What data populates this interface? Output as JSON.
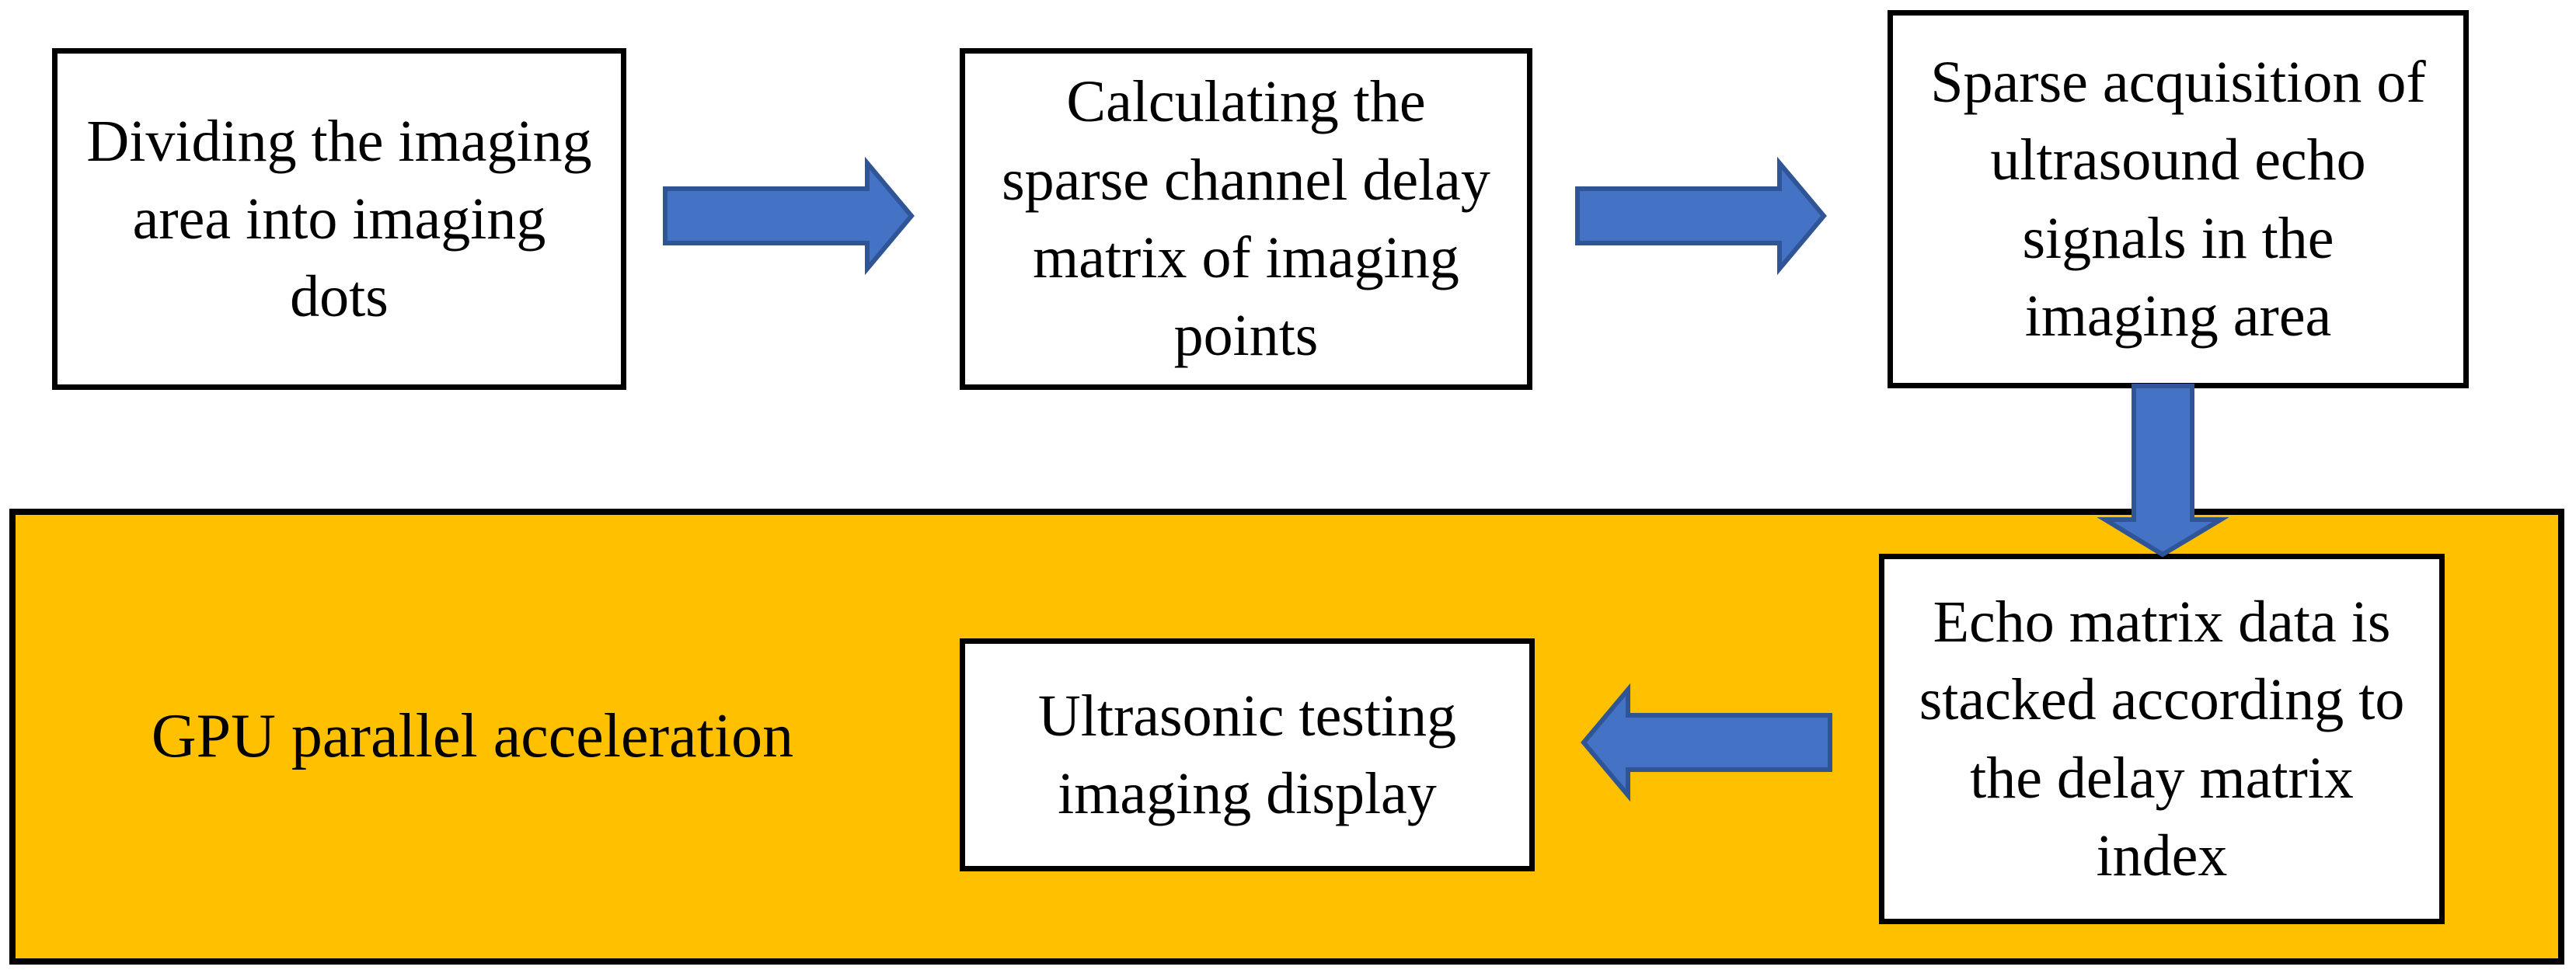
{
  "colors": {
    "arrow_fill": "#4472C4",
    "arrow_outline": "#2F5597",
    "panel_fill": "#FFC000",
    "panel_outline": "#000000",
    "box_fill": "#FFFFFF",
    "box_outline": "#000000",
    "text_color": "#000000",
    "background": "#FFFFFF"
  },
  "boxes": {
    "divide": {
      "text": "Dividing the imaging\narea into imaging\ndots"
    },
    "calculate": {
      "text": "Calculating the\nsparse channel delay\nmatrix of imaging\npoints"
    },
    "acquire": {
      "text": "Sparse acquisition of\nultrasound echo\nsignals in the\nimaging area"
    },
    "stack": {
      "text": "Echo matrix data is\nstacked according to\nthe delay matrix\nindex"
    },
    "display": {
      "text": "Ultrasonic testing\nimaging display"
    }
  },
  "panel": {
    "label": "GPU parallel acceleration"
  },
  "arrows": [
    {
      "name": "arrow-divide-to-calculate",
      "direction": "right"
    },
    {
      "name": "arrow-calculate-to-acquire",
      "direction": "right"
    },
    {
      "name": "arrow-acquire-to-stack",
      "direction": "down"
    },
    {
      "name": "arrow-stack-to-display",
      "direction": "left"
    }
  ]
}
